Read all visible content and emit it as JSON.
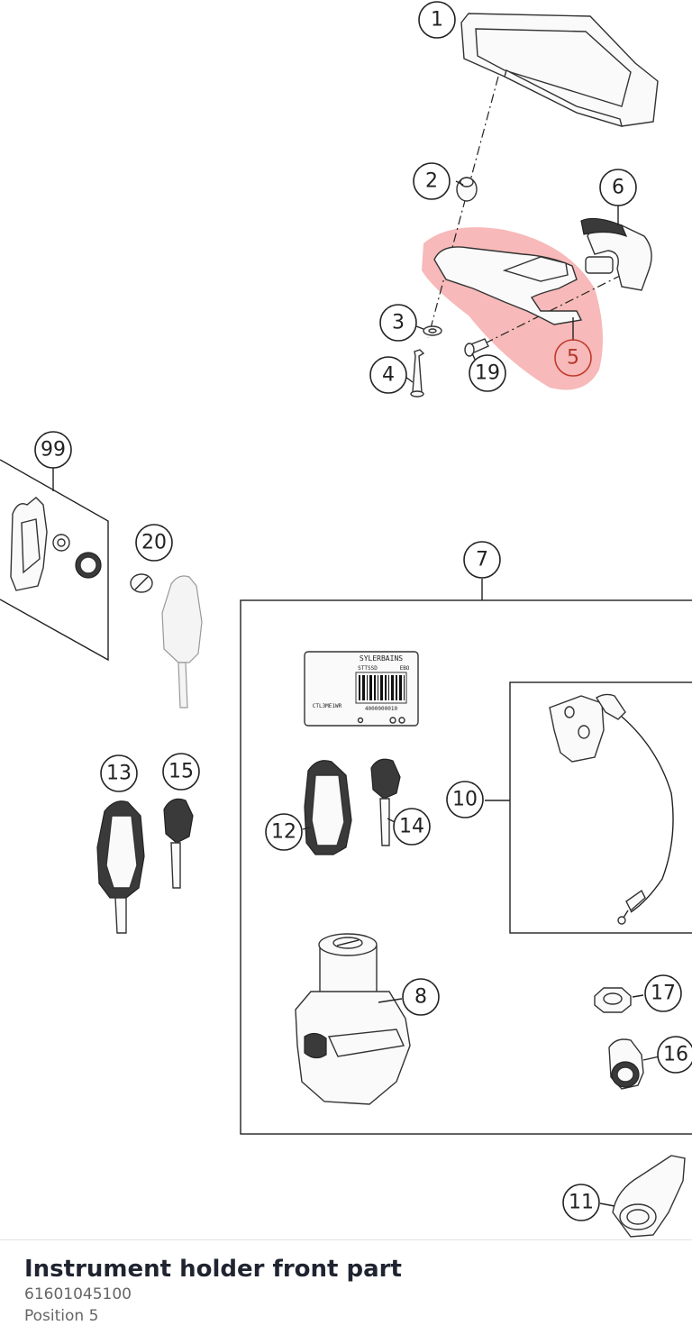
{
  "footer": {
    "title": "Instrument holder front part",
    "part_number": "61601045100",
    "position": "Position 5"
  },
  "selected_position": "5",
  "highlight_color": "#f08080",
  "callouts": {
    "c1": "1",
    "c2": "2",
    "c3": "3",
    "c4": "4",
    "c5": "5",
    "c6": "6",
    "c7": "7",
    "c8": "8",
    "c10": "10",
    "c11": "11",
    "c12": "12",
    "c13": "13",
    "c14": "14",
    "c15": "15",
    "c16": "16",
    "c17": "17",
    "c19": "19",
    "c20": "20",
    "c99": "99"
  },
  "label_sticker": {
    "title": "SYLERBAINS",
    "field_left": "STTSSD",
    "field_right": "EBO",
    "code_left": "CTL3ME1WR",
    "code_right": "4000000010"
  }
}
